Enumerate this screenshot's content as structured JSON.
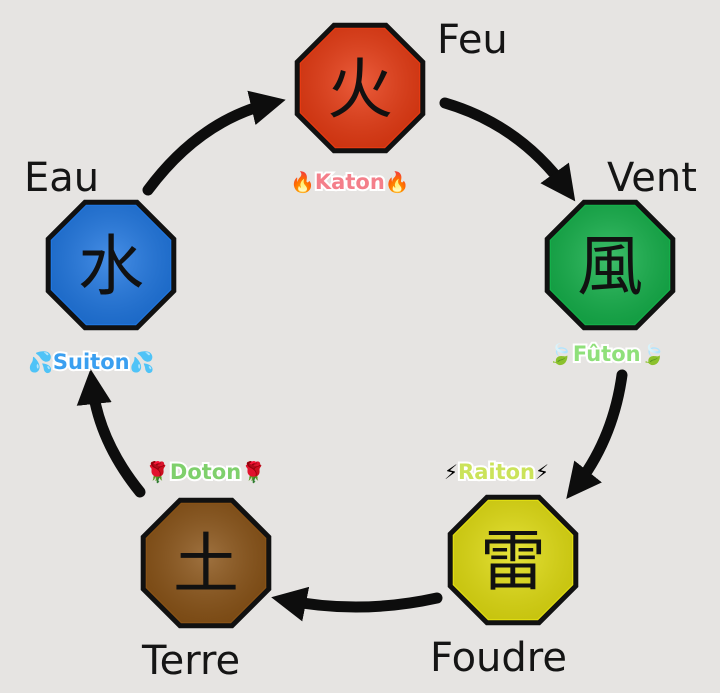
{
  "elements": [
    {
      "id": "fire",
      "name": "Feu",
      "kanji": "火",
      "jutsu": "Katon",
      "emoji": "🔥",
      "fill": "#e83a12",
      "jutsu_color": "#f47f8a"
    },
    {
      "id": "wind",
      "name": "Vent",
      "kanji": "風",
      "jutsu": "Fûton",
      "emoji": "🍃",
      "fill": "#14b14a",
      "jutsu_color": "#8fe07a"
    },
    {
      "id": "thunder",
      "name": "Foudre",
      "kanji": "雷",
      "jutsu": "Raiton",
      "emoji": "⚡",
      "fill": "#e2de10",
      "jutsu_color": "#cbe35a"
    },
    {
      "id": "earth",
      "name": "Terre",
      "kanji": "土",
      "jutsu": "Doton",
      "emoji": "🌹",
      "fill": "#8a5316",
      "jutsu_color": "#7fd06c"
    },
    {
      "id": "water",
      "name": "Eau",
      "kanji": "水",
      "jutsu": "Suiton",
      "emoji": "💦",
      "fill": "#1f77e2",
      "jutsu_color": "#3a9ff0"
    }
  ],
  "colors": {
    "background": "#e6e4e2",
    "outline": "#111111",
    "arrow": "#0d0d0d"
  }
}
